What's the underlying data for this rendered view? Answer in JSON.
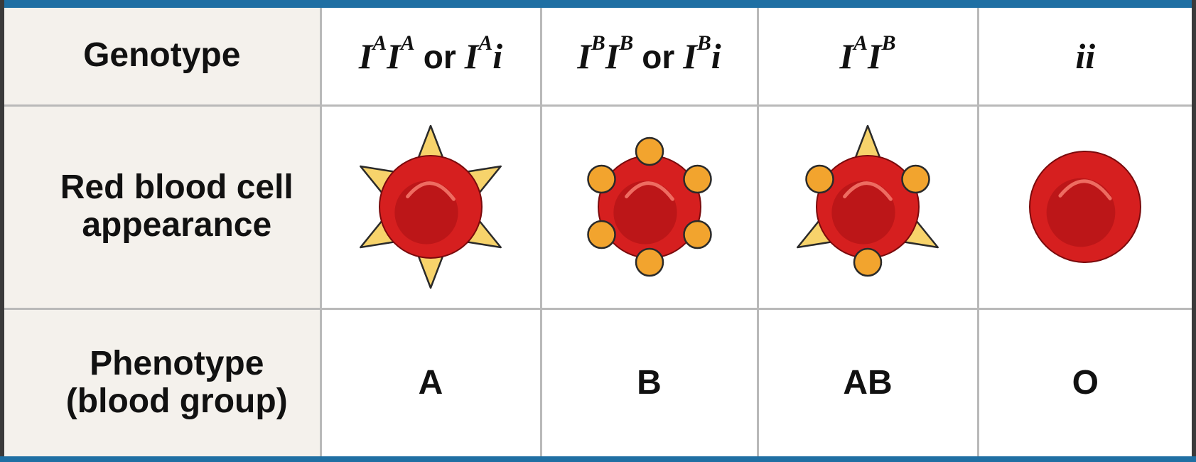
{
  "row_headers": {
    "genotype": "Genotype",
    "cell_appearance_line1": "Red blood cell",
    "cell_appearance_line2": "appearance",
    "phenotype_line1": "Phenotype",
    "phenotype_line2": "(blood group)"
  },
  "connector": "or",
  "columns": [
    {
      "genotype": [
        {
          "base": "I",
          "sup": "A"
        },
        {
          "base": "I",
          "sup": "A"
        },
        {
          "or": true
        },
        {
          "base": "I",
          "sup": "A"
        },
        {
          "base": "i",
          "sup": ""
        }
      ],
      "antigens": "A",
      "phenotype": "A"
    },
    {
      "genotype": [
        {
          "base": "I",
          "sup": "B"
        },
        {
          "base": "I",
          "sup": "B"
        },
        {
          "or": true
        },
        {
          "base": "I",
          "sup": "B"
        },
        {
          "base": "i",
          "sup": ""
        }
      ],
      "antigens": "B",
      "phenotype": "B"
    },
    {
      "genotype": [
        {
          "base": "I",
          "sup": "A"
        },
        {
          "base": "I",
          "sup": "B"
        }
      ],
      "antigens": "AB",
      "phenotype": "AB"
    },
    {
      "genotype": [
        {
          "base": "i",
          "sup": ""
        },
        {
          "base": "i",
          "sup": ""
        }
      ],
      "antigens": "none",
      "phenotype": "O"
    }
  ],
  "colors": {
    "frame_blue": "#1f6fa3",
    "header_bg": "#f4f1ec",
    "grid_line": "#b9b9b9",
    "cell_red": "#d61f1f",
    "cell_dark": "#a80f12",
    "antigen_a": "#f7d36b",
    "antigen_b": "#f2a42e"
  }
}
